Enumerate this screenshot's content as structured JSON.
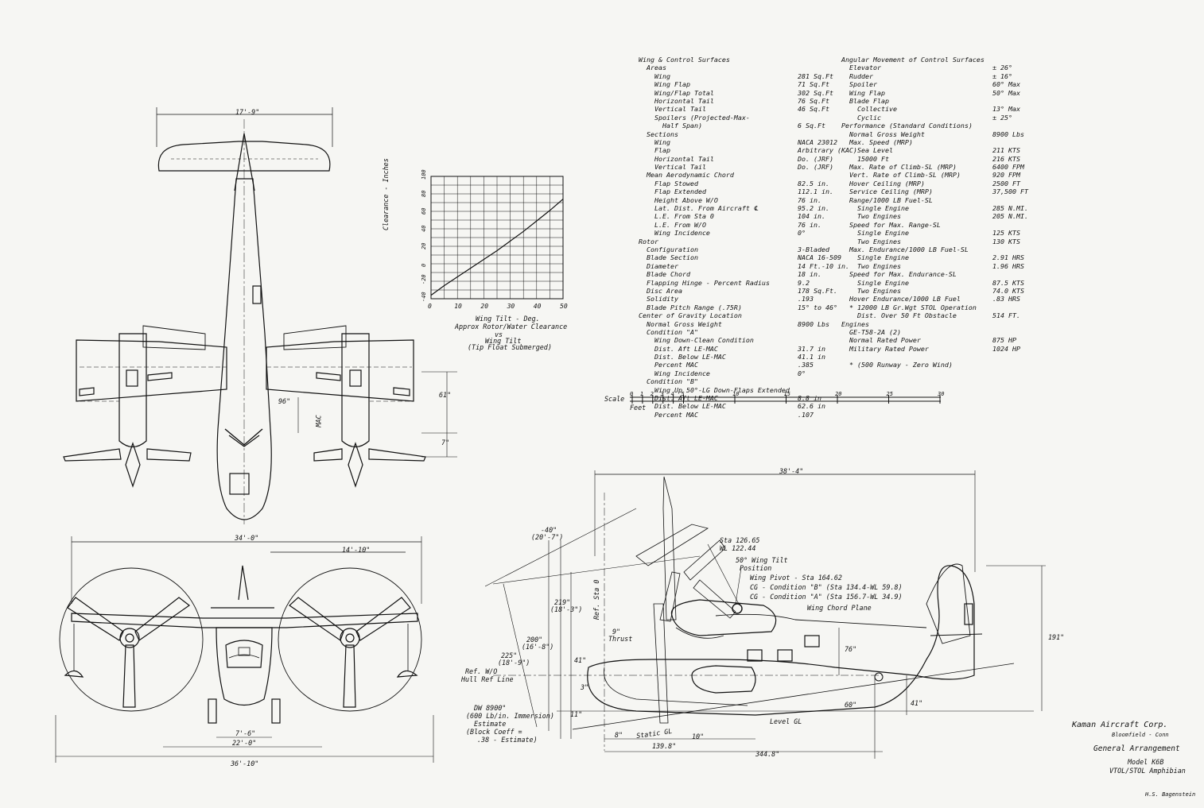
{
  "specs_left": [
    {
      "k": "Wing & Control Surfaces",
      "v": "",
      "lvl": 0
    },
    {
      "k": "Areas",
      "v": "",
      "lvl": 1
    },
    {
      "k": "Wing",
      "v": "281 Sq.Ft",
      "lvl": 2
    },
    {
      "k": "Wing Flap",
      "v": "71 Sq.Ft",
      "lvl": 2
    },
    {
      "k": "Wing/Flap Total",
      "v": "302 Sq.Ft",
      "lvl": 2
    },
    {
      "k": "Horizontal Tail",
      "v": "76 Sq.Ft",
      "lvl": 2
    },
    {
      "k": "Vertical Tail",
      "v": "46 Sq.Ft",
      "lvl": 2
    },
    {
      "k": "Spoilers (Projected-Max-",
      "v": "",
      "lvl": 2
    },
    {
      "k": "Half Span)",
      "v": "6 Sq.Ft",
      "lvl": 3
    },
    {
      "k": "Sections",
      "v": "",
      "lvl": 1
    },
    {
      "k": "Wing",
      "v": "NACA 23012",
      "lvl": 2
    },
    {
      "k": "Flap",
      "v": "Arbitrary (KAC)",
      "lvl": 2
    },
    {
      "k": "Horizontal Tail",
      "v": "Do.    (JRF)",
      "lvl": 2
    },
    {
      "k": "Vertical Tail",
      "v": "Do.    (JRF)",
      "lvl": 2
    },
    {
      "k": "Mean Aerodynamic Chord",
      "v": "",
      "lvl": 1
    },
    {
      "k": "Flap Stowed",
      "v": "82.5 in.",
      "lvl": 2
    },
    {
      "k": "Flap Extended",
      "v": "112.1 in.",
      "lvl": 2
    },
    {
      "k": "Height Above W/O",
      "v": "76 in.",
      "lvl": 2
    },
    {
      "k": "Lat. Dist. From Aircraft ℄",
      "v": "95.2 in.",
      "lvl": 2
    },
    {
      "k": "L.E. From Sta 0",
      "v": "104 in.",
      "lvl": 2
    },
    {
      "k": "L.E. From W/O",
      "v": "76 in.",
      "lvl": 2
    },
    {
      "k": "Wing Incidence",
      "v": "0°",
      "lvl": 2
    },
    {
      "k": "Rotor",
      "v": "",
      "lvl": 0
    },
    {
      "k": "Configuration",
      "v": "3-Bladed",
      "lvl": 1
    },
    {
      "k": "Blade Section",
      "v": "NACA 16-509",
      "lvl": 1
    },
    {
      "k": "Diameter",
      "v": "14 Ft.-10 in.",
      "lvl": 1
    },
    {
      "k": "Blade Chord",
      "v": "18 in.",
      "lvl": 1
    },
    {
      "k": "Flapping Hinge - Percent Radius",
      "v": "9.2",
      "lvl": 1
    },
    {
      "k": "Disc Area",
      "v": "178 Sq.Ft.",
      "lvl": 1
    },
    {
      "k": "Solidity",
      "v": ".193",
      "lvl": 1
    },
    {
      "k": "Blade Pitch Range (.75R)",
      "v": "15° to 46°",
      "lvl": 1
    },
    {
      "k": "Center of Gravity Location",
      "v": "",
      "lvl": 0
    },
    {
      "k": "Normal Gross Weight",
      "v": "8900 Lbs",
      "lvl": 1
    },
    {
      "k": "Condition \"A\"",
      "v": "",
      "lvl": 1
    },
    {
      "k": "Wing Down-Clean Condition",
      "v": "",
      "lvl": 2
    },
    {
      "k": "Dist. Aft LE-MAC",
      "v": "31.7 in",
      "lvl": 2
    },
    {
      "k": "Dist. Below LE-MAC",
      "v": "41.1 in",
      "lvl": 2
    },
    {
      "k": "Percent MAC",
      "v": ".385",
      "lvl": 2
    },
    {
      "k": "Wing Incidence",
      "v": "0°",
      "lvl": 2
    },
    {
      "k": "Condition \"B\"",
      "v": "",
      "lvl": 1
    },
    {
      "k": "Wing Up 50°-LG Down-Flaps Extended",
      "v": "",
      "lvl": 2
    },
    {
      "k": "Dist. Aft LE-MAC",
      "v": "8.8 in",
      "lvl": 2
    },
    {
      "k": "Dist. Below LE-MAC",
      "v": "62.6 in",
      "lvl": 2
    },
    {
      "k": "Percent MAC",
      "v": ".107",
      "lvl": 2
    }
  ],
  "specs_right": [
    {
      "k": "Angular Movement of Control Surfaces",
      "v": "",
      "lvl": 0
    },
    {
      "k": "Elevator",
      "v": "± 26°",
      "lvl": 1
    },
    {
      "k": "Rudder",
      "v": "± 16°",
      "lvl": 1
    },
    {
      "k": "Spoiler",
      "v": "60° Max",
      "lvl": 1
    },
    {
      "k": "Wing Flap",
      "v": "50° Max",
      "lvl": 1
    },
    {
      "k": "Blade Flap",
      "v": "",
      "lvl": 1
    },
    {
      "k": "Collective",
      "v": "13° Max",
      "lvl": 2
    },
    {
      "k": "Cyclic",
      "v": "± 25°",
      "lvl": 2
    },
    {
      "k": "Performance (Standard Conditions)",
      "v": "",
      "lvl": 0
    },
    {
      "k": "Normal Gross Weight",
      "v": "8900 Lbs",
      "lvl": 1
    },
    {
      "k": "Max. Speed (MRP)",
      "v": "",
      "lvl": 1
    },
    {
      "k": "Sea Level",
      "v": "211 KTS",
      "lvl": 2
    },
    {
      "k": "15000 Ft",
      "v": "216 KTS",
      "lvl": 2
    },
    {
      "k": "Max. Rate of Climb-SL (MRP)",
      "v": "6400 FPM",
      "lvl": 1
    },
    {
      "k": "Vert. Rate of Climb-SL (MRP)",
      "v": "920 FPM",
      "lvl": 1
    },
    {
      "k": "Hover Ceiling (MRP)",
      "v": "2500 FT",
      "lvl": 1
    },
    {
      "k": "Service Ceiling (MRP)",
      "v": "37,500 FT",
      "lvl": 1
    },
    {
      "k": "Range/1000 LB Fuel-SL",
      "v": "",
      "lvl": 1
    },
    {
      "k": "Single Engine",
      "v": "285 N.MI.",
      "lvl": 2
    },
    {
      "k": "Two Engines",
      "v": "205 N.MI.",
      "lvl": 2
    },
    {
      "k": "Speed for Max. Range-SL",
      "v": "",
      "lvl": 1
    },
    {
      "k": "Single Engine",
      "v": "125 KTS",
      "lvl": 2
    },
    {
      "k": "Two Engines",
      "v": "130 KTS",
      "lvl": 2
    },
    {
      "k": "Max. Endurance/1000 LB Fuel-SL",
      "v": "",
      "lvl": 1
    },
    {
      "k": "Single Engine",
      "v": "2.91 HRS",
      "lvl": 2
    },
    {
      "k": "Two Engines",
      "v": "1.96 HRS",
      "lvl": 2
    },
    {
      "k": "Speed for Max. Endurance-SL",
      "v": "",
      "lvl": 1
    },
    {
      "k": "Single Engine",
      "v": "87.5 KTS",
      "lvl": 2
    },
    {
      "k": "Two Engines",
      "v": "74.0 KTS",
      "lvl": 2
    },
    {
      "k": "Hover Endurance/1000 LB Fuel",
      "v": ".83 HRS",
      "lvl": 1
    },
    {
      "k": "* 12000 LB Gr.Wgt STOL Operation",
      "v": "",
      "lvl": 1
    },
    {
      "k": "Dist. Over 50 Ft Obstacle",
      "v": "514 FT.",
      "lvl": 2
    },
    {
      "k": "Engines",
      "v": "",
      "lvl": 0
    },
    {
      "k": "GE-T58-2A        (2)",
      "v": "",
      "lvl": 1
    },
    {
      "k": "Normal Rated Power",
      "v": "875 HP",
      "lvl": 1
    },
    {
      "k": "Military Rated Power",
      "v": "1024 HP",
      "lvl": 1
    },
    {
      "k": "",
      "v": "",
      "lvl": 1
    },
    {
      "k": "* (500 Runway - Zero Wind)",
      "v": "",
      "lvl": 1
    }
  ],
  "chart_data": {
    "type": "line",
    "title": "",
    "xlabel": "Wing Tilt - Deg.",
    "ylabel": "Clearance - Inches",
    "caption": [
      "Approx Rotor/Water Clearance",
      "vs",
      "Wing Tilt",
      "(Tip Float Submerged)"
    ],
    "x_ticks": [
      "0",
      "10",
      "20",
      "30",
      "40",
      "50"
    ],
    "y_ticks": [
      "-40",
      "-20",
      "0",
      "20",
      "40",
      "60",
      "80",
      "100"
    ],
    "xlim": [
      0,
      50
    ],
    "ylim": [
      -40,
      100
    ],
    "grid": true,
    "series": [
      {
        "x": [
          0,
          5,
          10,
          15,
          20,
          25,
          30,
          35,
          40,
          45,
          50
        ],
        "y": [
          -36,
          -25,
          -15,
          -5,
          5,
          15,
          26,
          37,
          49,
          61,
          74
        ]
      }
    ]
  },
  "scale": {
    "label": "Scale",
    "unit": "Feet",
    "ticks": [
      "0",
      "1",
      "2",
      "3",
      "4",
      "5",
      "10",
      "15",
      "20",
      "25",
      "30"
    ]
  },
  "dims": {
    "top_span": "17'-9\"",
    "front_width": "34'-0\"",
    "rotor_dia": "14'-10\"",
    "gear_7_6": "7'-6\"",
    "wing_22": "22'-0\"",
    "overall_36": "36'-10\"",
    "d96": "96\"",
    "d61": "61\"",
    "d7": "7\"",
    "mac": "MAC",
    "side_length": "38'-4\"",
    "d40": "-40\"",
    "d40b": "(20'-7\")",
    "d219": "219\"",
    "d219b": "(18'-3\")",
    "d200": "200\"",
    "d200b": "(16'-8\")",
    "d225": "225\"",
    "d225b": "(18'-9\")",
    "d9": "9\"",
    "thrust": "Thrust",
    "refsta": "Ref. Sta 0",
    "d41": "41\"",
    "d3": "3\"",
    "d11": "11\"",
    "d76": "76\"",
    "d60": "60\"",
    "d41b": "41\"",
    "d191": "191\"",
    "d8": "8\"",
    "d10": "10\"",
    "d139": "139.8\"",
    "d344": "344.8\"",
    "static_gl": "Static GL",
    "level_gl": "Level GL"
  },
  "callouts": {
    "sta": "Sta 126.65",
    "wl": "WL 122.44",
    "tilt": "50° Wing Tilt",
    "position": "Position",
    "pivot": "Wing Pivot - Sta 164.62",
    "cgb": "CG - Condition \"B\" (Sta 134.4-WL 59.8)",
    "cga": "CG - Condition \"A\" (Sta 156.7-WL 34.9)",
    "chord": "Wing Chord Plane",
    "refwo": "Ref. W/O",
    "hull": "Hull Ref Line",
    "dw1": "DW 8900\"",
    "dw2": "(600 Lb/in. Immersion)",
    "dw3": "Estimate",
    "dw4": "(Block Coeff =",
    "dw5": ".38 - Estimate)"
  },
  "title_block": {
    "company": "Kaman Aircraft Corp.",
    "city": "Bloomfield - Conn",
    "title": "General Arrangement",
    "model": "Model K6B",
    "desc": "VTOL/STOL Amphibian",
    "sign": "H.S. Bagenstein"
  }
}
